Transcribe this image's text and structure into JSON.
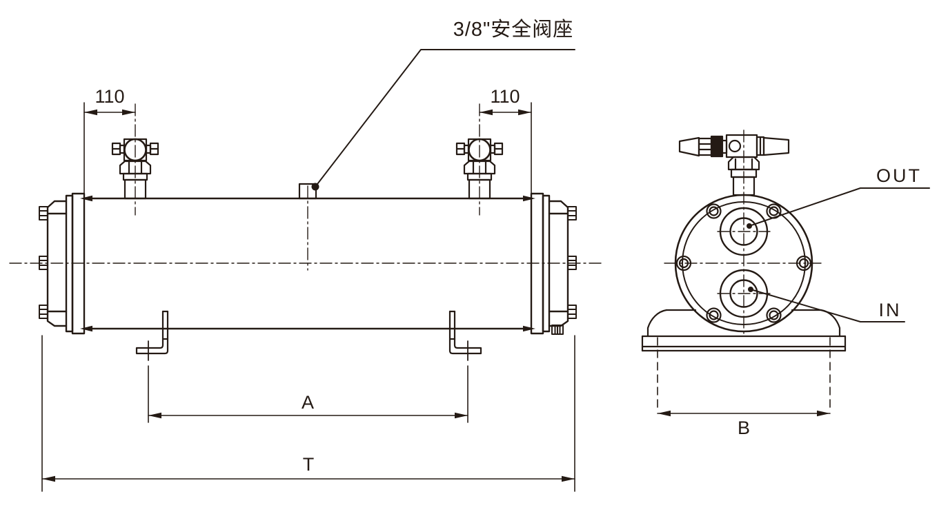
{
  "drawing": {
    "ink_color": "#241a14",
    "background_color": "#ffffff"
  },
  "labels": {
    "safety_valve": "3/8\"安全阀座",
    "out": "OUT",
    "in": "IN"
  },
  "dimensions": {
    "left_offset": "110",
    "right_offset": "110",
    "feet_span": "A",
    "total_length": "T",
    "base_width": "B"
  }
}
